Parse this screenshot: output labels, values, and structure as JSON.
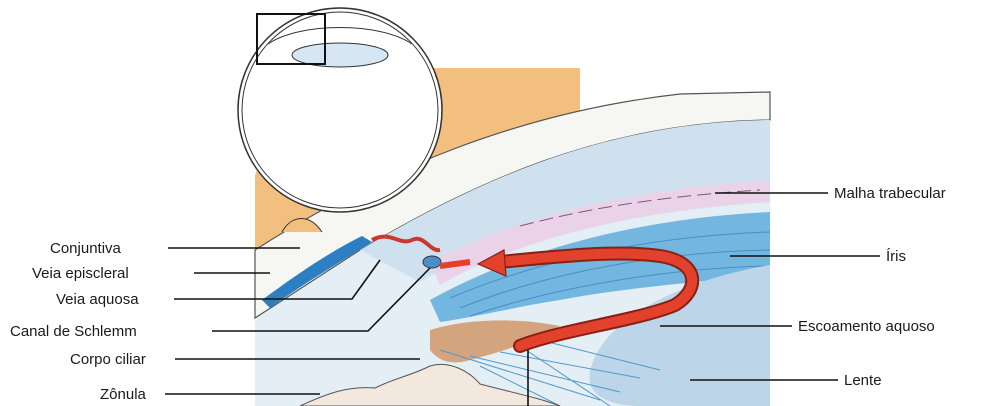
{
  "labels": {
    "malha_trabecular": "Malha trabecular",
    "iris": "Íris",
    "escoamento_aquoso": "Escoamento aquoso",
    "lente": "Lente",
    "conjuntiva": "Conjuntiva",
    "veia_episcleral": "Veia episcleral",
    "veia_aquosa": "Veia aquosa",
    "canal_schlemm": "Canal de Schlemm",
    "corpo_ciliar": "Corpo ciliar",
    "zonula": "Zônula"
  },
  "colors": {
    "background_tan": "#f2bf7e",
    "cornea_sclera": "#f4f4f1",
    "anterior_chamber": "#dfeaf2",
    "lens": "#b8d2e6",
    "iris_blue": "#6fb4df",
    "trabecular_pink": "#e8d2e6",
    "flow_red": "#e2412c",
    "ciliary_brown": "#d0a079",
    "vein_blue": "#2d7fc4"
  }
}
